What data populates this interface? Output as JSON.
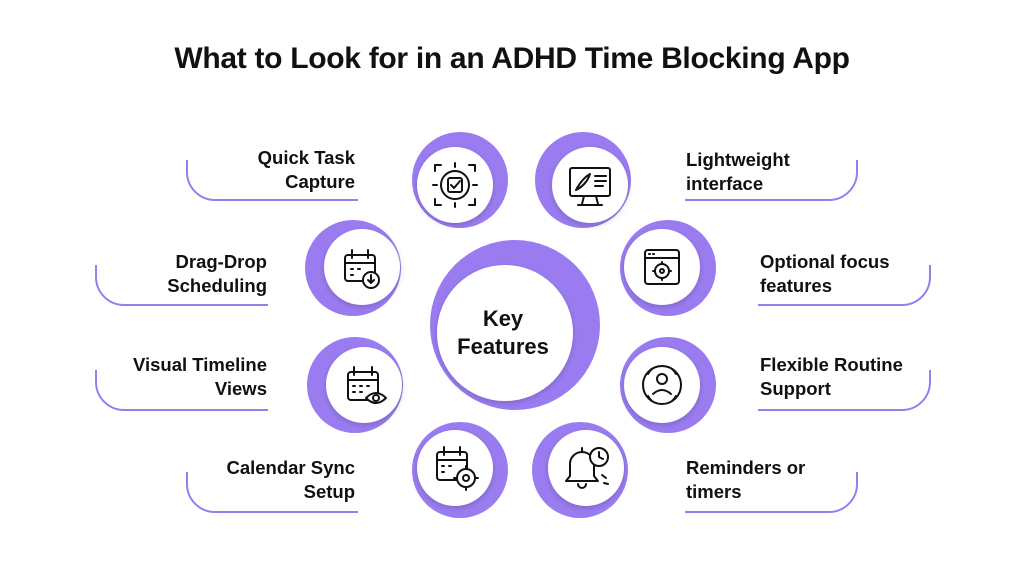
{
  "title": "What to Look for in an ADHD Time Blocking App",
  "center": {
    "line1": "Key",
    "line2": "Features"
  },
  "colors": {
    "accent": "#9A7CF0",
    "text": "#111111",
    "circle": "#ffffff"
  },
  "features": [
    {
      "line1": "Quick Task",
      "line2": "Capture",
      "icon": "target-check-icon"
    },
    {
      "line1": "Drag-Drop",
      "line2": "Scheduling",
      "icon": "calendar-download-icon"
    },
    {
      "line1": "Visual Timeline",
      "line2": "Views",
      "icon": "calendar-eye-icon"
    },
    {
      "line1": "Calendar Sync",
      "line2": "Setup",
      "icon": "calendar-gear-icon"
    },
    {
      "line1": "Lightweight",
      "line2": "interface",
      "icon": "monitor-feather-icon"
    },
    {
      "line1": "Optional focus",
      "line2": "features",
      "icon": "browser-target-icon"
    },
    {
      "line1": "Flexible Routine",
      "line2": "Support",
      "icon": "routine-cycle-icon"
    },
    {
      "line1": "Reminders or",
      "line2": "timers",
      "icon": "bell-clock-icon"
    }
  ]
}
